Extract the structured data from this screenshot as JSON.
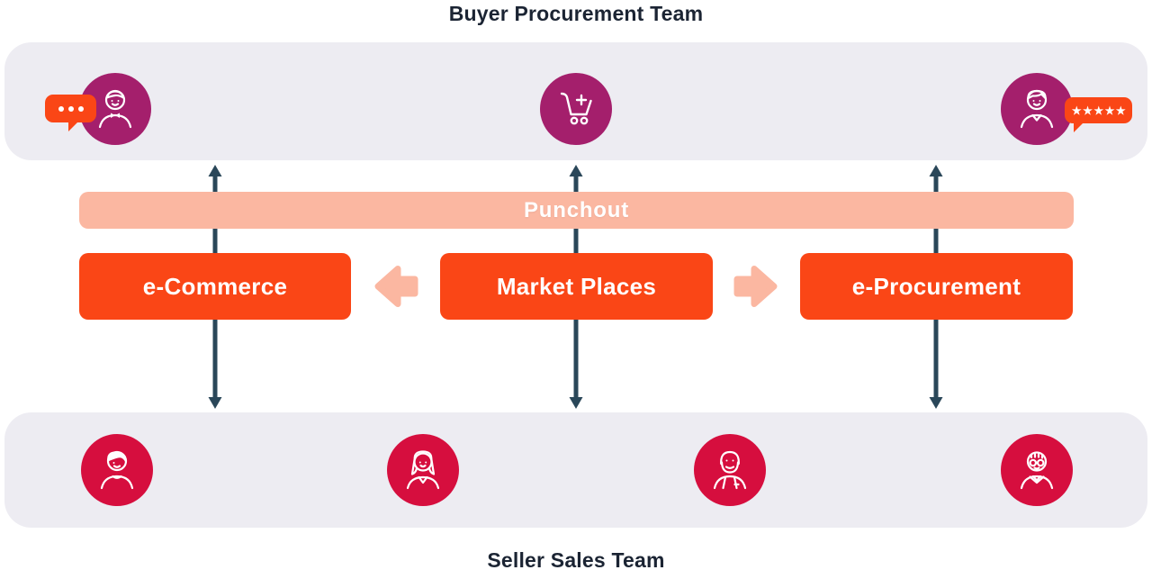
{
  "titles": {
    "top": "Buyer Procurement Team",
    "bottom": "Seller Sales Team"
  },
  "punchout": {
    "label": "Punchout"
  },
  "boxes": [
    {
      "label": "e-Commerce"
    },
    {
      "label": "Market Places"
    },
    {
      "label": "e-Procurement"
    }
  ],
  "bubbles": {
    "typing_dots_count": 3,
    "rating_stars": "★★★★★"
  },
  "icons": {
    "top_band": [
      "person-bowtie-icon",
      "cart-plus-icon",
      "person-combed-hair-icon"
    ],
    "bottom_band": [
      "person-swoosh-hair-icon",
      "woman-long-hair-icon",
      "man-beard-icon",
      "person-glasses-icon"
    ],
    "misc": [
      "typing-dots-bubble-icon",
      "rating-stars-bubble-icon",
      "up-down-arrow-icon",
      "left-block-arrow-icon",
      "right-block-arrow-icon"
    ]
  },
  "colors": {
    "orange": "#FA4616",
    "salmon": "#FBB7A1",
    "magenta": "#A41F6C",
    "crimson": "#D60E3E",
    "slate_arrow": "#2A4759",
    "band_gray": "#EDECF2",
    "title_navy": "#1B2433",
    "white": "#FFFFFF"
  }
}
